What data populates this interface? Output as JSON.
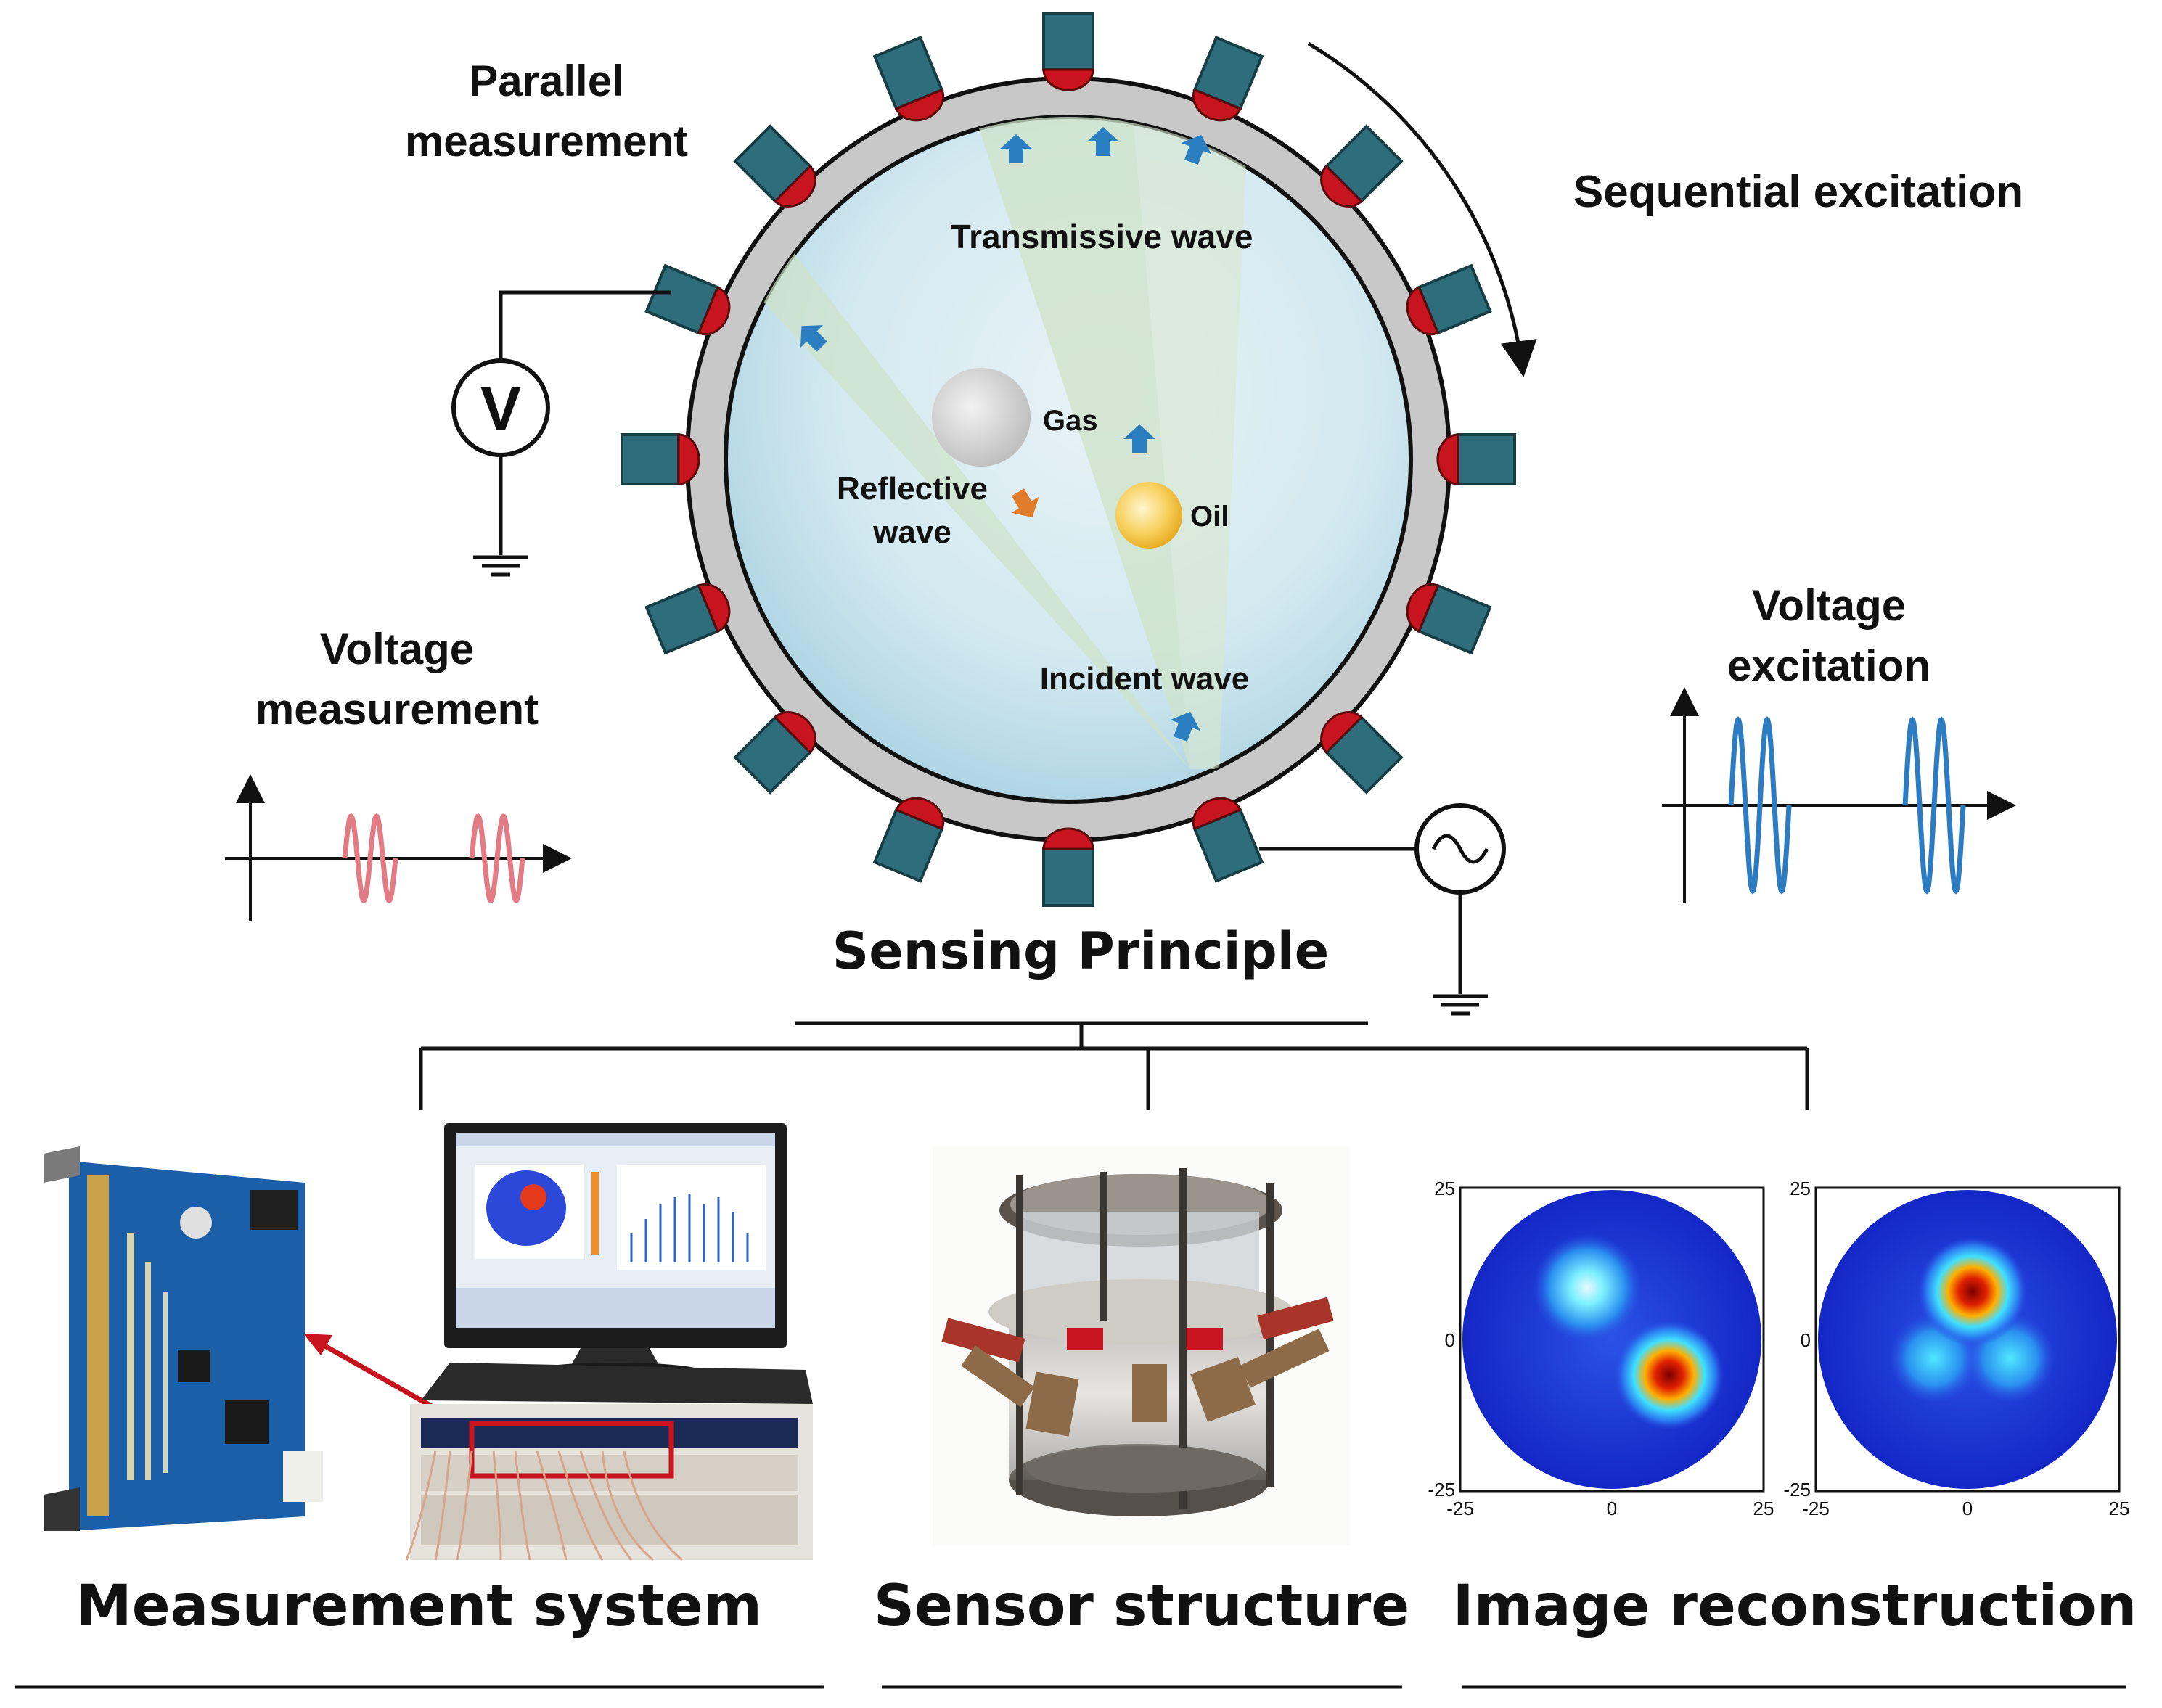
{
  "principle": {
    "parallel_measurement": [
      "Parallel",
      "measurement"
    ],
    "sequential_excitation": "Sequential excitation",
    "voltage_measurement": [
      "Voltage",
      "measurement"
    ],
    "voltage_excitation": [
      "Voltage",
      "excitation"
    ],
    "voltmeter_symbol": "V",
    "transmissive_wave": "Transmissive wave",
    "gas": "Gas",
    "oil": "Oil",
    "reflective_wave": [
      "Reflective",
      "wave"
    ],
    "incident_wave": "Incident wave",
    "title": "Sensing Principle",
    "electrode_count": 16
  },
  "panels": {
    "measurement_system": "Measurement system",
    "sensor_structure": "Sensor structure",
    "image_reconstruction": "Image reconstruction"
  },
  "reconstruction_axes": {
    "left": {
      "x_ticks": [
        "-25",
        "0",
        "25"
      ],
      "y_ticks": [
        "25",
        "0",
        "-25"
      ]
    },
    "right": {
      "x_ticks": [
        "-25",
        "0",
        "25"
      ],
      "y_ticks": [
        "25",
        "0",
        "-25"
      ]
    }
  },
  "colors": {
    "electrode": "#2e6e7c",
    "electrode_edge": "#173d45",
    "contact": "#c8141e",
    "pipe_wall": "#c8c8c8",
    "wave_arrow": "#2b7fc1",
    "reflect_arrow": "#e07b2b",
    "measure_signal": "#e37b85",
    "excite_signal": "#2d7cc2",
    "recon_bg": "#1a34d6",
    "board": "#1b5fa8"
  }
}
